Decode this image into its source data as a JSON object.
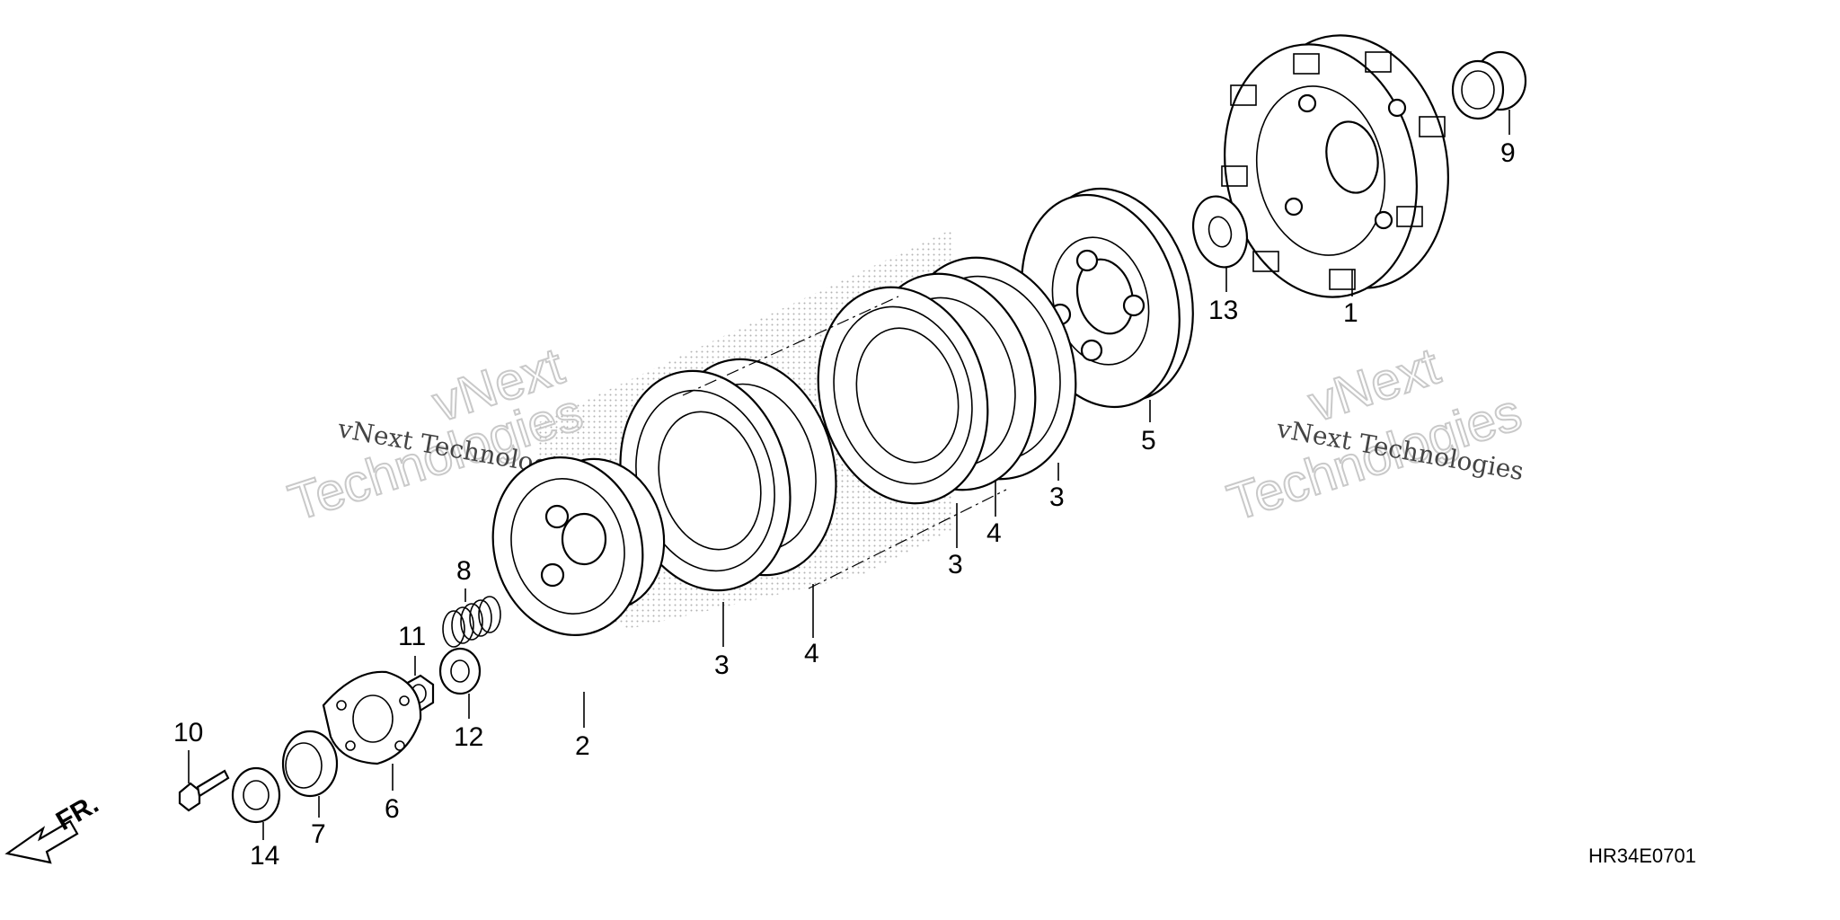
{
  "diagram_ref": "HR34E0701",
  "direction_label": "FR.",
  "watermark": {
    "line1": "vNext",
    "line2": "Technologies",
    "caption": "vNext Technologies"
  },
  "callouts": {
    "c1": "1",
    "c2": "2",
    "c3a": "3",
    "c3b": "3",
    "c3c": "3",
    "c4a": "4",
    "c4b": "4",
    "c5": "5",
    "c6": "6",
    "c7": "7",
    "c8": "8",
    "c9": "9",
    "c10": "10",
    "c11": "11",
    "c12": "12",
    "c13": "13",
    "c14": "14"
  },
  "colors": {
    "line": "#000000",
    "background": "#ffffff",
    "watermark": "#c9c9c9"
  }
}
